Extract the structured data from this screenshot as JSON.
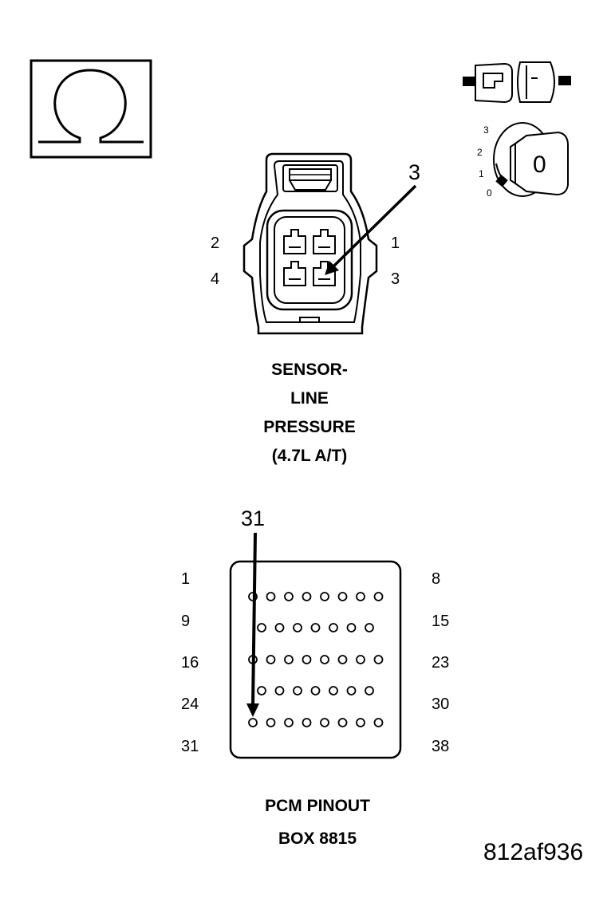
{
  "icons": {
    "ohmmeter": "ohm-icon",
    "connector_disconnect": "connector-disconnect-icon",
    "ignition_key": "ignition-key-icon"
  },
  "ignition": {
    "positions": [
      "3",
      "2",
      "1",
      "0"
    ],
    "key_label": "0"
  },
  "sensor_connector": {
    "callout": "3",
    "pins_left": [
      "2",
      "4"
    ],
    "pins_right": [
      "1",
      "3"
    ],
    "caption": [
      "SENSOR-",
      "LINE",
      "PRESSURE",
      "(4.7L A/T)"
    ]
  },
  "pcm_connector": {
    "callout": "31",
    "labels_left": [
      "1",
      "9",
      "16",
      "24",
      "31"
    ],
    "labels_right": [
      "8",
      "15",
      "23",
      "30",
      "38"
    ],
    "caption": [
      "PCM PINOUT",
      "BOX 8815"
    ]
  },
  "figure_code": "812af936"
}
